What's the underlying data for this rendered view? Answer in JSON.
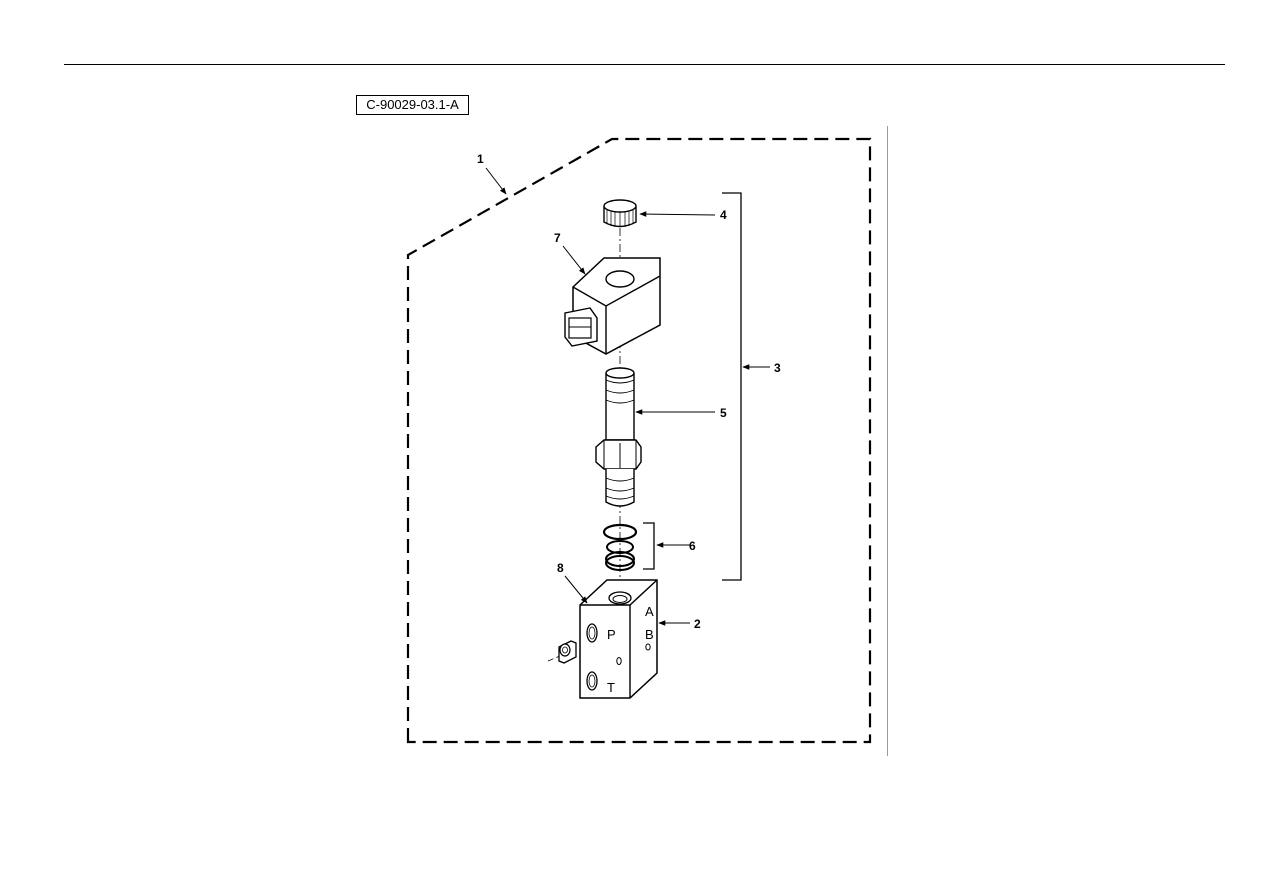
{
  "figure_id": "C-90029-03.1-A",
  "callouts": {
    "c1": "1",
    "c2": "2",
    "c3": "3",
    "c4": "4",
    "c5": "5",
    "c6": "6",
    "c7": "7",
    "c8": "8"
  },
  "ports": {
    "a": "A",
    "b": "B",
    "p": "P",
    "t": "T"
  }
}
